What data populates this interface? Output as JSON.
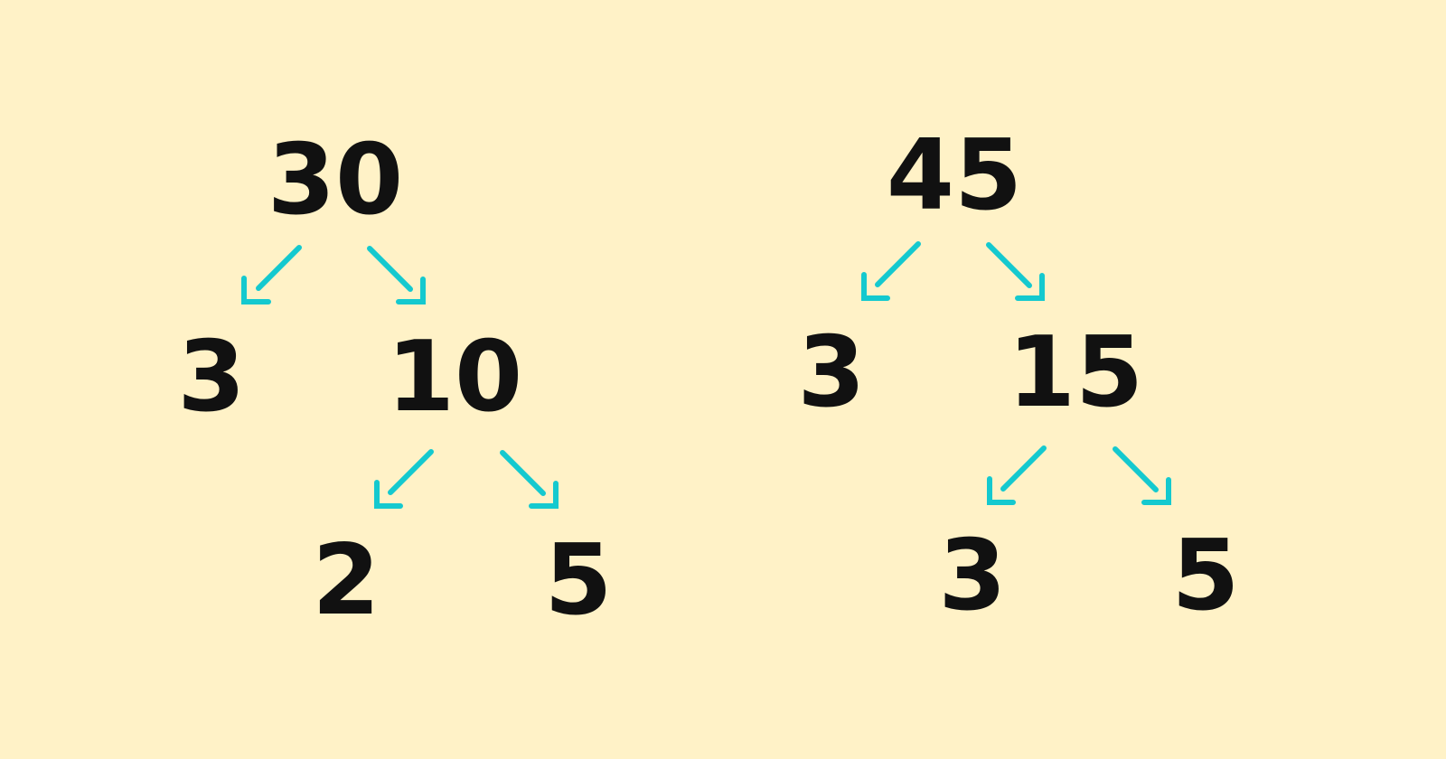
{
  "colors": {
    "background": "#FFF2C7",
    "number": "#111111",
    "arrow": "#14C9CF"
  },
  "tree_left": {
    "root": "30",
    "left": "3",
    "right": "10",
    "right_left": "2",
    "right_right": "5"
  },
  "tree_right": {
    "root": "45",
    "left": "3",
    "right": "15",
    "right_left": "3",
    "right_right": "5"
  }
}
